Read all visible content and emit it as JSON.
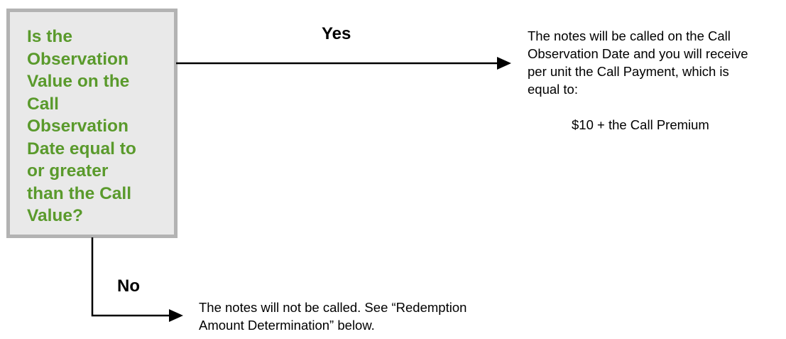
{
  "question": {
    "lines": [
      "Is the",
      "Observation",
      "Value on the",
      "Call",
      "Observation",
      "Date equal to",
      "or greater",
      "than the Call",
      "Value?"
    ]
  },
  "yes_branch": {
    "label": "Yes",
    "outcome_lines": [
      "The notes will be called on the Call",
      "Observation Date and you will receive",
      "per unit the Call Payment, which is",
      "equal to:"
    ],
    "formula": "$10 + the Call Premium"
  },
  "no_branch": {
    "label": "No",
    "outcome_lines": [
      "The notes will not be called.  See “Redemption",
      "Amount Determination” below."
    ]
  },
  "colors": {
    "question_text": "#5a9a2c",
    "question_fill": "#e9e9e9",
    "question_border": "#b3b3b3",
    "connector": "#000000"
  }
}
